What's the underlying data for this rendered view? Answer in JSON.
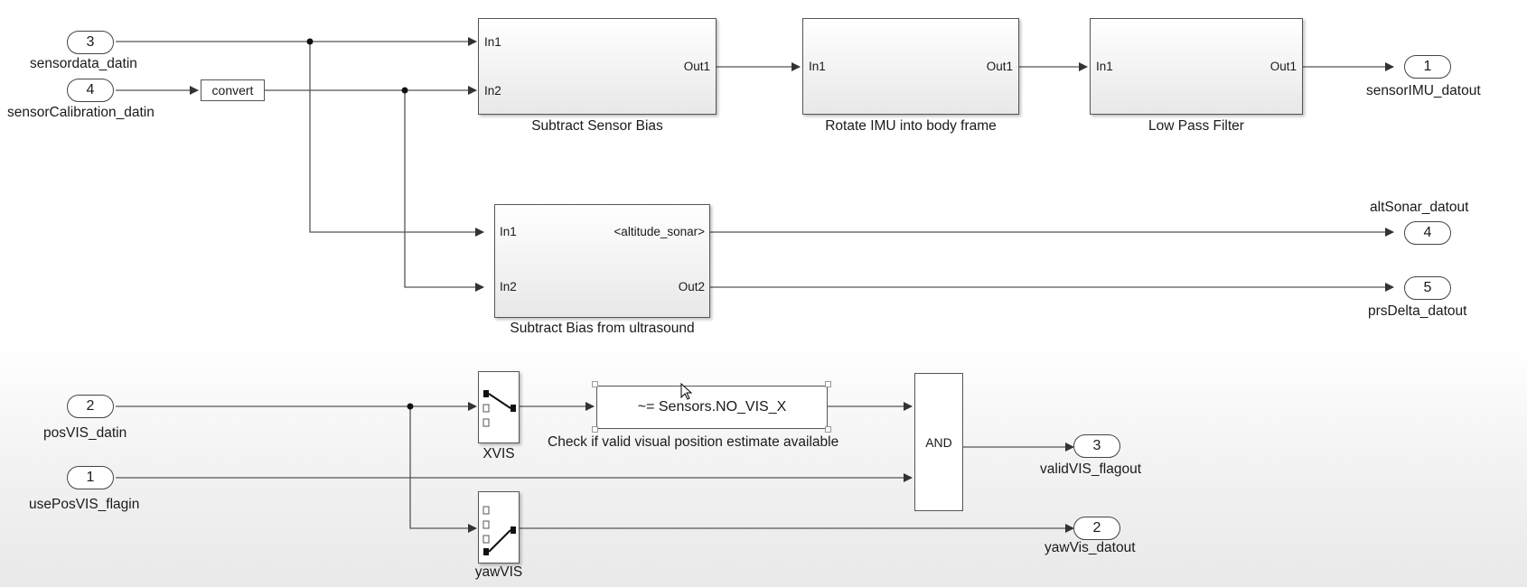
{
  "inports": [
    {
      "num": "3",
      "label": "sensordata_datin"
    },
    {
      "num": "4",
      "label": "sensorCalibration_datin"
    },
    {
      "num": "2",
      "label": "posVIS_datin"
    },
    {
      "num": "1",
      "label": "usePosVIS_flagin"
    }
  ],
  "outports": [
    {
      "num": "1",
      "label": "sensorIMU_datout"
    },
    {
      "num": "4",
      "label": "altSonar_datout"
    },
    {
      "num": "5",
      "label": "prsDelta_datout"
    },
    {
      "num": "3",
      "label": "validVIS_flagout"
    },
    {
      "num": "2",
      "label": "yawVis_datout"
    }
  ],
  "convert_block": "convert",
  "subsystems": [
    {
      "name": "Subtract Sensor Bias",
      "in1": "In1",
      "in2": "In2",
      "out1": "Out1"
    },
    {
      "name": "Rotate IMU into body frame",
      "in1": "In1",
      "out1": "Out1"
    },
    {
      "name": "Low Pass Filter",
      "in1": "In1",
      "out1": "Out1"
    },
    {
      "name": "Subtract Bias from ultrasound",
      "in1": "In1",
      "in2": "In2",
      "out1": "<altitude_sonar>",
      "out2": "Out2"
    }
  ],
  "switches": [
    {
      "name": "XVIS"
    },
    {
      "name": "yawVIS"
    }
  ],
  "compare_block": {
    "expr": "~= Sensors.NO_VIS_X",
    "caption": "Check if valid visual position estimate available"
  },
  "and_block": "AND"
}
